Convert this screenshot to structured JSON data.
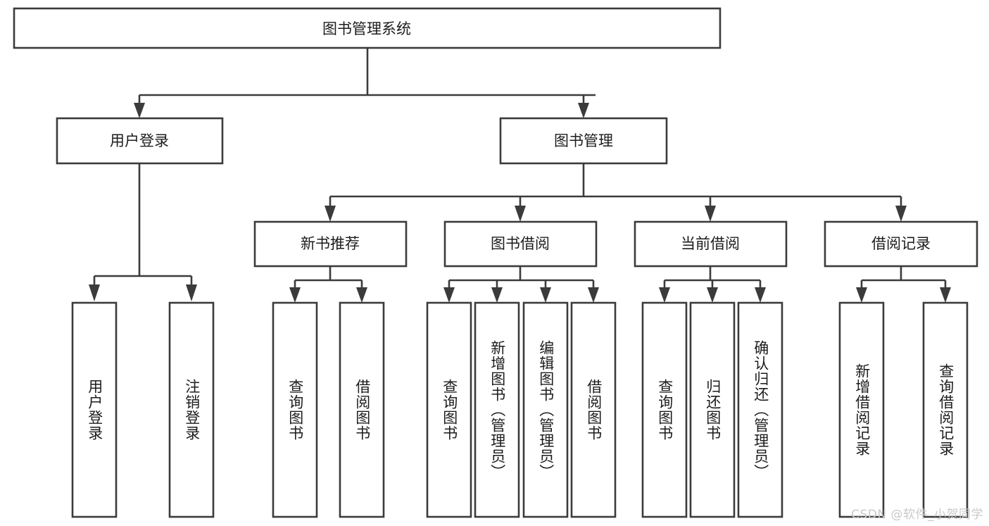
{
  "diagram": {
    "title": "图书管理系统",
    "watermark": "CSDN @软件_小贺同学",
    "colors": {
      "box_stroke": "#3b3b3b",
      "box_fill": "#ffffff",
      "text": "#1c1c1c",
      "background": "#ffffff",
      "watermark": "#c9c9c9"
    },
    "levels": {
      "root": "图书管理系统",
      "level2": [
        "用户登录",
        "图书管理"
      ],
      "level3": [
        "新书推荐",
        "图书借阅",
        "当前借阅",
        "借阅记录"
      ]
    },
    "nodes": {
      "root": {
        "label": "图书管理系统"
      },
      "user_login": {
        "label": "用户登录"
      },
      "book_manage": {
        "label": "图书管理"
      },
      "new_book_rec": {
        "label": "新书推荐"
      },
      "book_borrow": {
        "label": "图书借阅"
      },
      "current_borrow": {
        "label": "当前借阅"
      },
      "borrow_record": {
        "label": "借阅记录"
      }
    },
    "leaves": {
      "user_login": [
        {
          "label": "用户登录"
        },
        {
          "label": "注销登录"
        }
      ],
      "new_book_rec": [
        {
          "label": "查询图书"
        },
        {
          "label": "借阅图书"
        }
      ],
      "book_borrow": [
        {
          "label": "查询图书"
        },
        {
          "label": "新增图书（管理员）"
        },
        {
          "label": "编辑图书（管理员）"
        },
        {
          "label": "借阅图书"
        }
      ],
      "current_borrow": [
        {
          "label": "查询图书"
        },
        {
          "label": "归还图书"
        },
        {
          "label": "确认归还（管理员）"
        }
      ],
      "borrow_record": [
        {
          "label": "新增借阅记录"
        },
        {
          "label": "查询借阅记录"
        }
      ]
    }
  }
}
